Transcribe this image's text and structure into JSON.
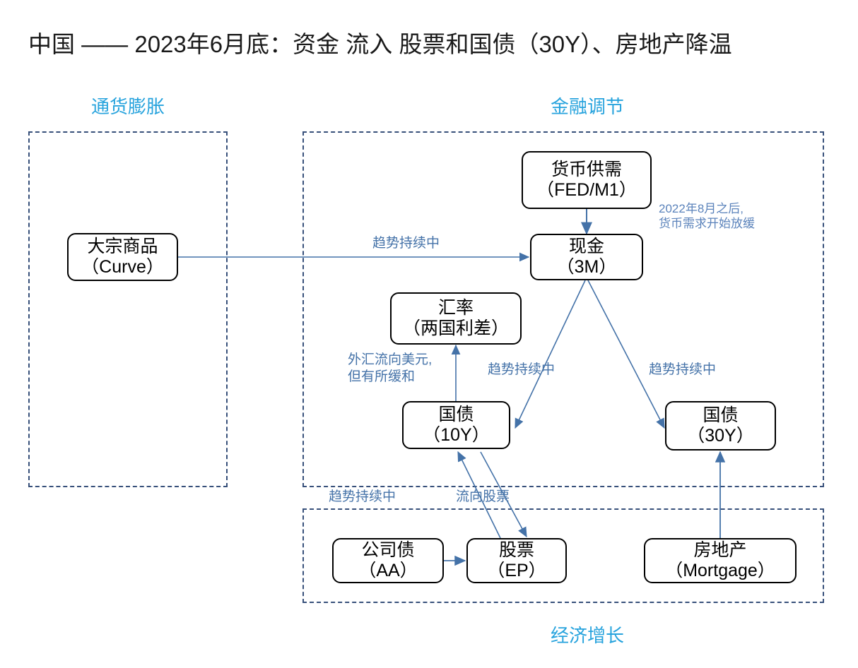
{
  "title": "中国 —— 2023年6月底：资金 流入 股票和国债（30Y）、房地产降温",
  "colors": {
    "zone_border": "#37507a",
    "zone_label": "#27a3dd",
    "node_border": "#000000",
    "edge_line": "#4472a8",
    "edge_label": "#4472a8",
    "title_text": "#1a1a1a"
  },
  "zones": [
    {
      "id": "inflation",
      "label": "通货膨胀",
      "label_position": "top"
    },
    {
      "id": "financial-regulation",
      "label": "金融调节",
      "label_position": "top"
    },
    {
      "id": "economic-growth",
      "label": "经济增长",
      "label_position": "bottom"
    }
  ],
  "nodes": [
    {
      "id": "commodity",
      "line1": "大宗商品",
      "line2": "（Curve）"
    },
    {
      "id": "money-supply",
      "line1": "货币供需",
      "line2": "（FED/M1）"
    },
    {
      "id": "cash",
      "line1": "现金",
      "line2": "（3M）"
    },
    {
      "id": "fx-rate",
      "line1": "汇率",
      "line2": "（两国利差）"
    },
    {
      "id": "bond-10y",
      "line1": "国债",
      "line2": "（10Y）"
    },
    {
      "id": "bond-30y",
      "line1": "国债",
      "line2": "（30Y）"
    },
    {
      "id": "corp-bond",
      "line1": "公司债",
      "line2": "（AA）"
    },
    {
      "id": "equity",
      "line1": "股票",
      "line2": "（EP）"
    },
    {
      "id": "real-estate",
      "line1": "房地产",
      "line2": "（Mortgage）"
    }
  ],
  "edge_labels": [
    {
      "id": "commodity-to-cash",
      "text": "趋势持续中"
    },
    {
      "id": "cash-demand-note",
      "line1": "2022年8月之后,",
      "line2": "货币需求开始放缓"
    },
    {
      "id": "fx-note",
      "line1": "外汇流向美元,",
      "line2": "但有所缓和"
    },
    {
      "id": "cash-to-bond10y",
      "text": "趋势持续中"
    },
    {
      "id": "cash-to-bond30y",
      "text": "趋势持续中"
    },
    {
      "id": "corpbond-to-bond10y",
      "text": "趋势持续中"
    },
    {
      "id": "equity-flow",
      "text": "流向股票"
    }
  ]
}
